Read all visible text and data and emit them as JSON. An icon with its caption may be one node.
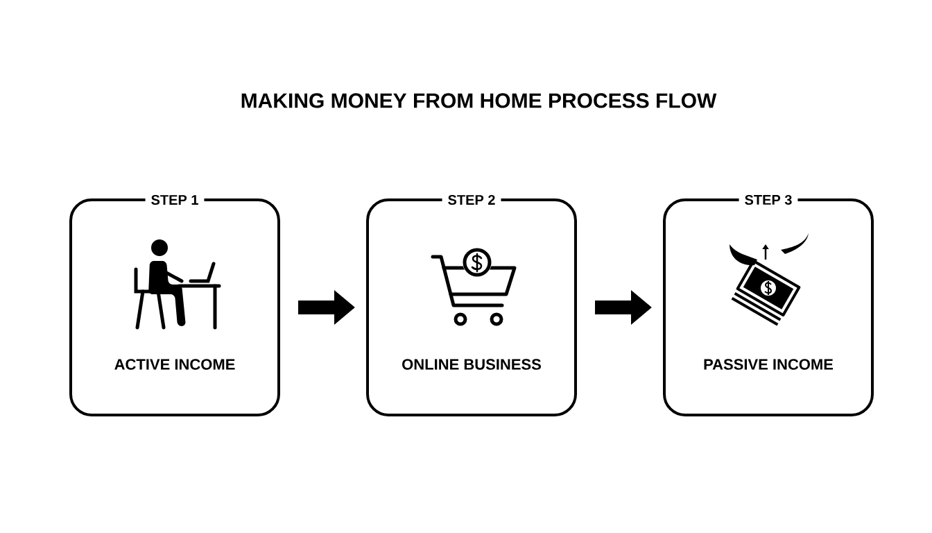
{
  "diagram": {
    "title": "MAKING MONEY FROM HOME PROCESS FLOW",
    "nodes": [
      {
        "text": [
          "STEP 1",
          "ACTIVE INCOME"
        ]
      },
      {
        "text": [
          "STEP 2",
          "ONLINE BUSINESS"
        ]
      },
      {
        "text": [
          "STEP 3",
          "PASSIVE INCOME"
        ]
      }
    ],
    "edges": [
      {
        "from": 0,
        "to": 1,
        "arrow": "to"
      },
      {
        "from": 1,
        "to": 2,
        "arrow": "to"
      }
    ]
  }
}
